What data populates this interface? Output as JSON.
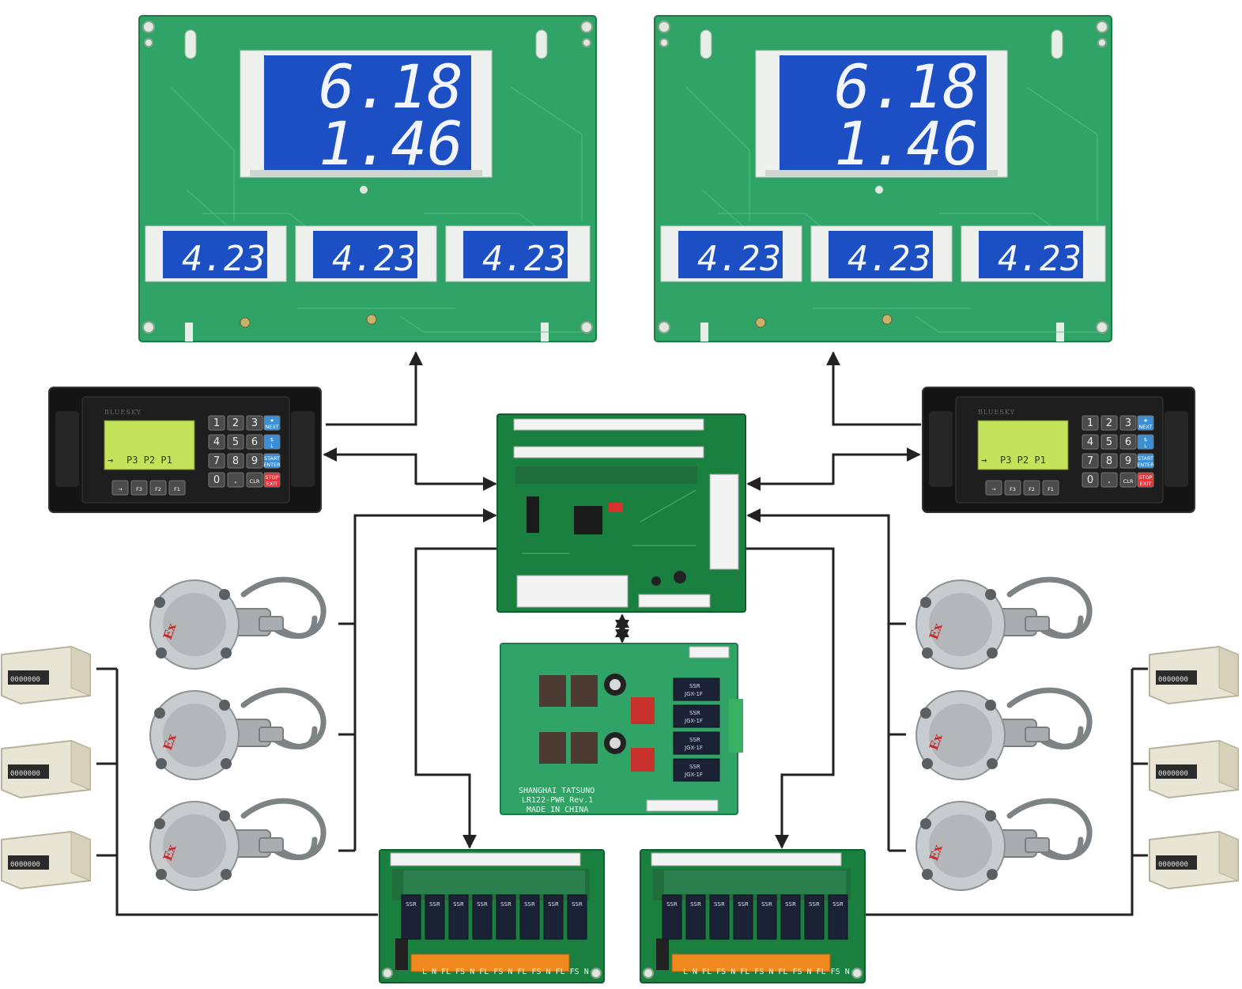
{
  "displays": {
    "main_price": "6.18",
    "main_volume": "1.46",
    "small_readouts": [
      "4.23",
      "4.23",
      "4.23"
    ]
  },
  "terminal": {
    "brand": "BLUESKY",
    "screen_line1": "P3  P2  P1",
    "screen_arrow": "→",
    "keys": [
      [
        "1",
        "2",
        "3"
      ],
      [
        "4",
        "5",
        "6"
      ],
      [
        "7",
        "8",
        "9"
      ],
      [
        "0",
        ".",
        "CLR"
      ]
    ],
    "side_keys": [
      "NEXT",
      "L",
      "ENTER",
      "EXIT"
    ],
    "side_keys_top": [
      "★",
      "$",
      "START",
      "STOP"
    ],
    "function_keys": [
      "→",
      "F3",
      "F2",
      "F1"
    ]
  },
  "sensors": {
    "label": "Ex"
  },
  "counters": {
    "digits": "0000000"
  },
  "power_board": {
    "silkscreen": [
      "SHANGHAI TATSUNO",
      "LR122-PWR Rev.1",
      "MADE IN CHINA"
    ],
    "relay_label": "SSR",
    "relay_model": "JGX-1F"
  },
  "relay_board": {
    "relay_label": "SSR",
    "terminal_labels": "L  N  FL FS N  FL FS N  FL FS N  FL FS N"
  }
}
